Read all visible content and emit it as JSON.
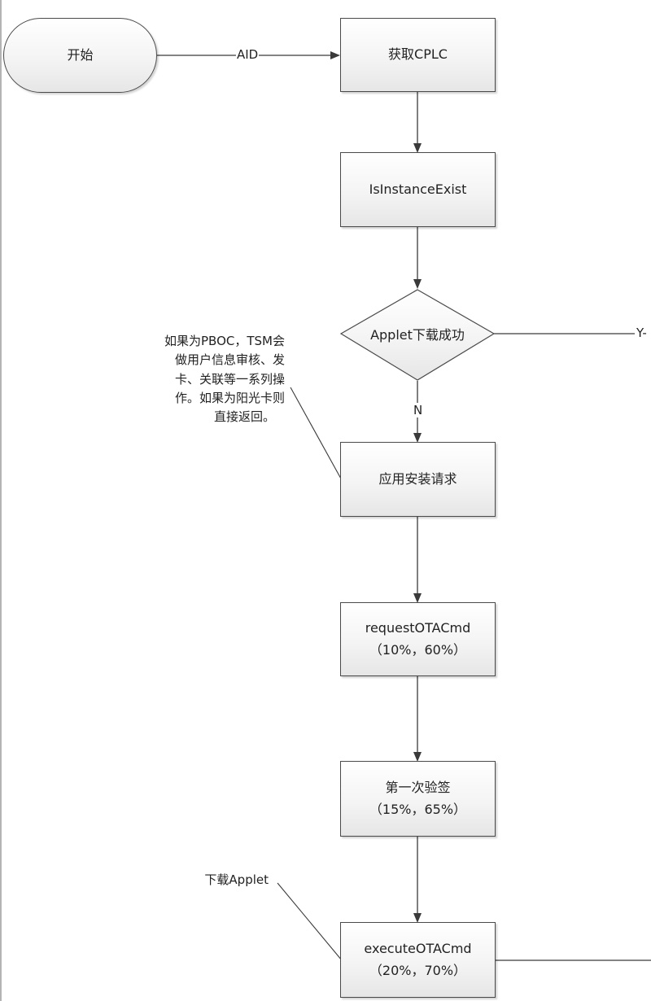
{
  "nodes": {
    "start": "开始",
    "get_cplc": "获取CPLC",
    "is_instance_exist": "IsInstanceExist",
    "applet_download_ok": "Applet下载成功",
    "install_request": "应用安装请求",
    "request_ota": {
      "line1": "requestOTACmd",
      "line2": "（10%，60%）"
    },
    "first_verify": {
      "line1": "第一次验签",
      "line2": "（15%，65%）"
    },
    "execute_ota": {
      "line1": "executeOTACmd",
      "line2": "（20%，70%）"
    }
  },
  "edge_labels": {
    "aid": "AID",
    "no": "N",
    "yes": "Y-"
  },
  "notes": {
    "tsm_note": [
      "如果为PBOC，TSM会",
      "做用户信息审核、发",
      "卡、关联等一系列操",
      "作。如果为阳光卡则",
      "直接返回。"
    ],
    "download_note": "下载Applet"
  },
  "colors": {
    "stroke": "#3a3a3a",
    "fill_top": "#ffffff",
    "fill_bottom": "#e6e6e6"
  }
}
